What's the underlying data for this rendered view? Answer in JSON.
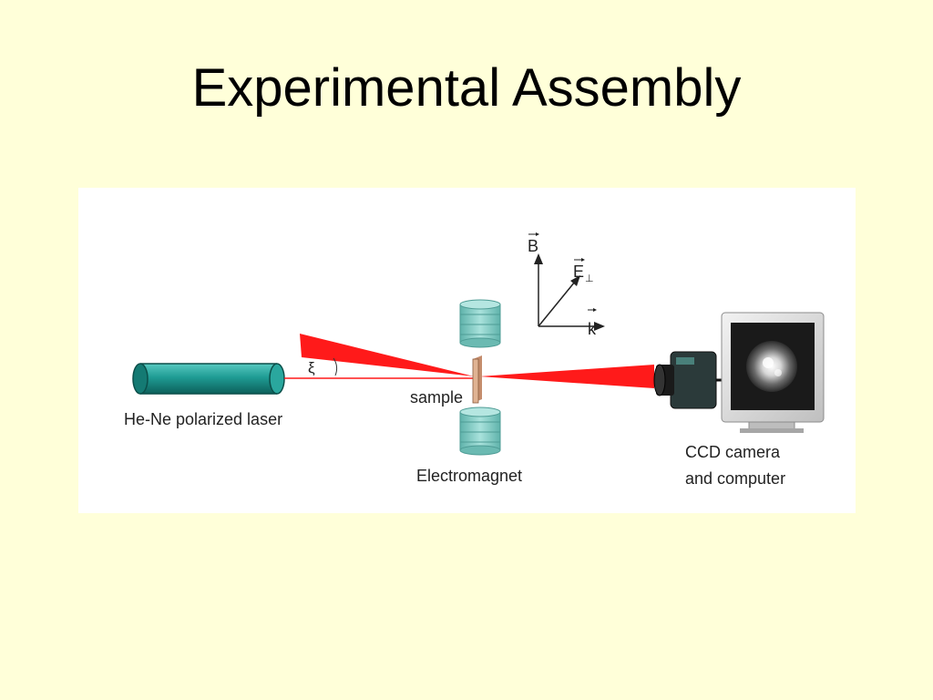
{
  "slide": {
    "title": "Experimental Assembly"
  },
  "diagram": {
    "labels": {
      "laser": "He-Ne polarized laser",
      "sample": "sample",
      "electromagnet": "Electromagnet",
      "ccd_line1": "CCD camera",
      "ccd_line2": "and computer",
      "angle_symbol": "ξ",
      "vector_b": "B",
      "vector_e": "E",
      "vector_e_subscript": "⊥",
      "vector_k": "k"
    },
    "colors": {
      "background": "#ffffd9",
      "panel": "#ffffff",
      "beam": "#ff1a1a",
      "laser_body": "#1f9c94",
      "magnet": "#8fd3cc",
      "sample": "#d9a98a"
    }
  }
}
